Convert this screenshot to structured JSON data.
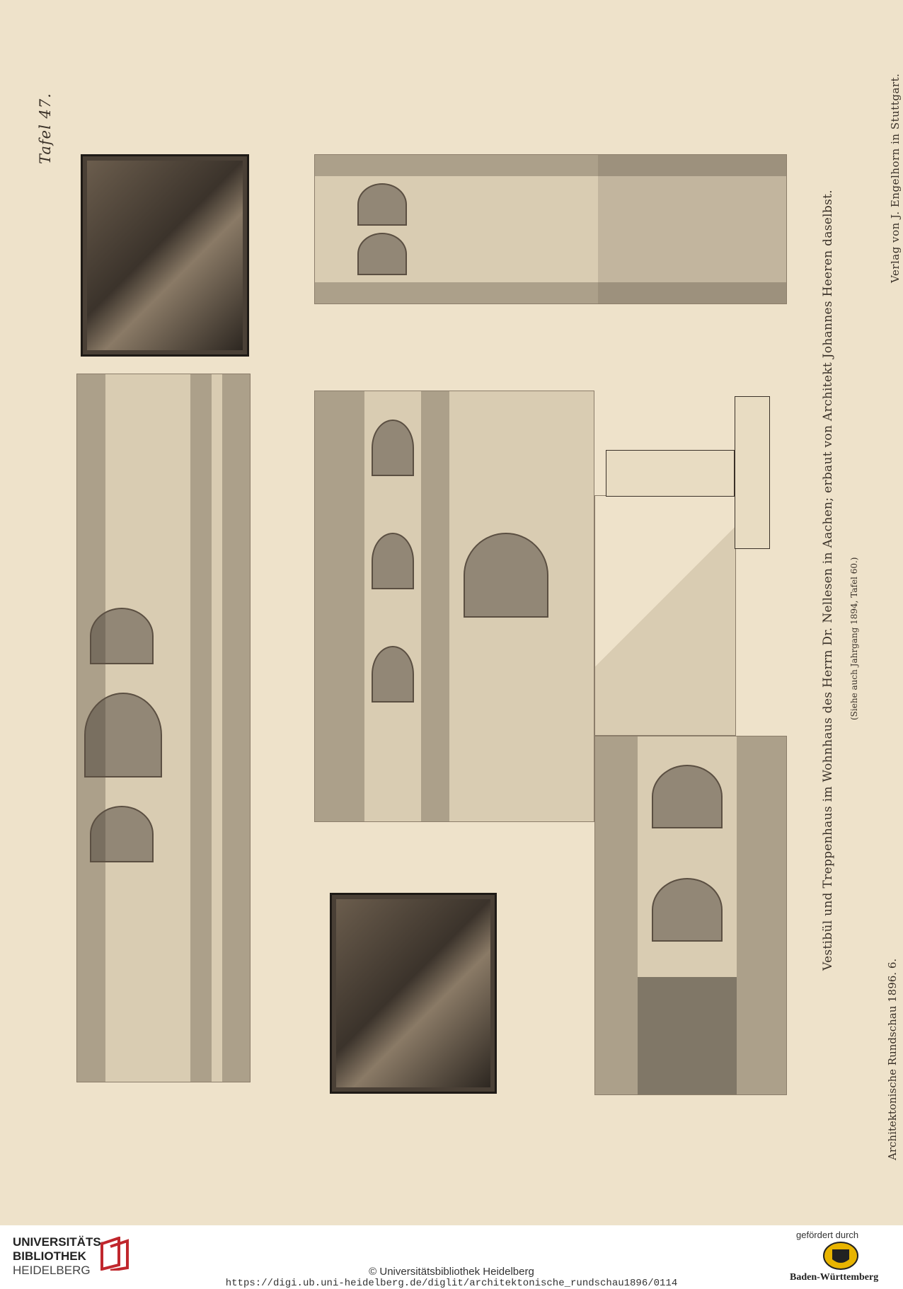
{
  "plate": {
    "tafel": "Tafel 47.",
    "publisher": "Verlag von J. Engelhorn in Stuttgart.",
    "caption": "Vestibül und Treppenhaus im Wohnhaus des Herrn Dr. Nellesen in Aachen; erbaut von Architekt Johannes Heeren daselbst.",
    "subcaption": "(Siehe auch Jahrgang 1894, Tafel 60.)",
    "journal": "Architektonische Rundschau 1896. 6."
  },
  "footer": {
    "library_line1": "UNIVERSITÄTS-",
    "library_line2": "BIBLIOTHEK",
    "library_line3": "HEIDELBERG",
    "copyright": "© Universitätsbibliothek Heidelberg",
    "url": "https://digi.ub.uni-heidelberg.de/diglit/architektonische_rundschau1896/0114",
    "funded_by": "gefördert durch",
    "funder": "Baden-Württemberg"
  },
  "colors": {
    "paper": "#eee2ca",
    "ink": "#3a3128",
    "logo_red": "#c0272d",
    "seal_gold": "#e8b400"
  }
}
